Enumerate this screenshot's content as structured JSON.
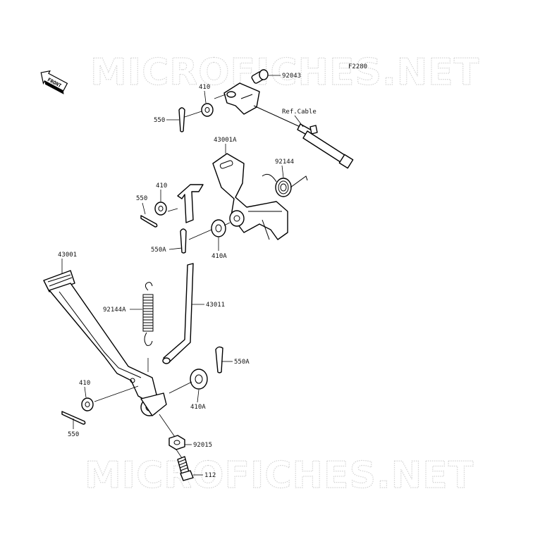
{
  "watermark": "MICROFICHES.NET",
  "figure_code": "F2280",
  "front_badge": "FRONT",
  "parts": {
    "p92043": "92043",
    "p410_top": "410",
    "p550_top": "550",
    "ref_cable": "Ref.Cable",
    "p43001A": "43001A",
    "p92144": "92144",
    "p410_mid": "410",
    "p550_mid": "550",
    "p550A_mid": "550A",
    "p410A_mid": "410A",
    "p43001": "43001",
    "p92144A": "92144A",
    "p43011": "43011",
    "p550A_low": "550A",
    "p410_low": "410",
    "p410A_low": "410A",
    "p550_low": "550",
    "p92015": "92015",
    "p112": "112"
  }
}
